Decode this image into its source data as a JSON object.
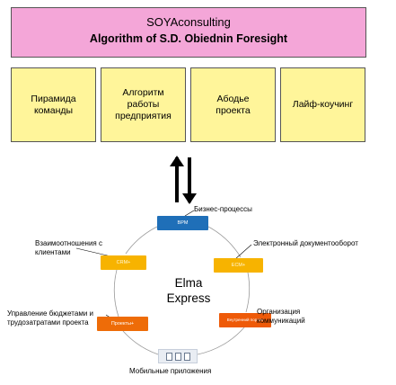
{
  "header": {
    "company": "SOYAconsulting",
    "algorithm": "Algorithm of S.D. Obiednin Foresight"
  },
  "boxes": [
    {
      "label": "Пирамида\nкоманды"
    },
    {
      "label": "Алгоритм\nработы\nпредприятия"
    },
    {
      "label": "Абодье\nпроекта"
    },
    {
      "label": "Лайф-коучинг"
    }
  ],
  "center": {
    "label": "Elma\nExpress"
  },
  "modules": {
    "bpm": "BPM",
    "crm": "CRM+",
    "ecm": "ECM+",
    "projects": "Проекты+",
    "portal": "Внутренний портал"
  },
  "labels": {
    "business_processes": "Бизнес-процессы",
    "client_relations": "Взаимоотношения с\nклиентами",
    "edo": "Электронный документооборот",
    "budget": "Управление бюджетами и\nтрудозатратами проекта",
    "communications": "Организация\nкоммуникаций",
    "mobile": "Мобильные приложения"
  },
  "colors": {
    "header_bg": "#f4a6d8",
    "box_bg": "#fff59a",
    "bpm": "#1f6fb8",
    "crm_ecm": "#f7b300",
    "projects_portal": "#ee6c08"
  }
}
